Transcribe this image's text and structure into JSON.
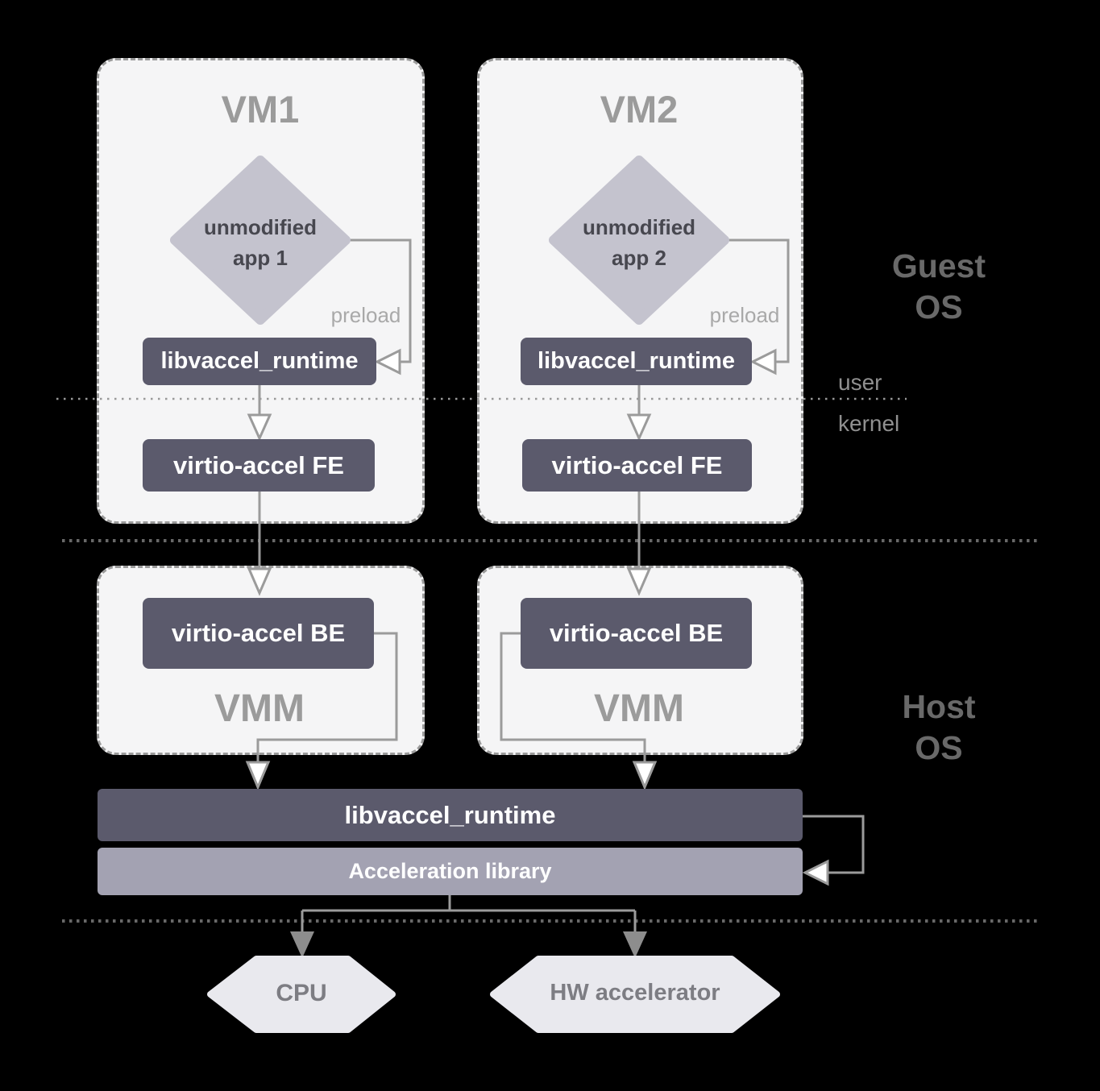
{
  "labels": {
    "guest_os": "Guest OS",
    "host_os": "Host OS",
    "user": "user",
    "kernel": "kernel"
  },
  "vm1": {
    "title": "VM1",
    "app": "unmodified app 1",
    "preload": "preload",
    "runtime": "libvaccel_runtime",
    "frontend": "virtio-accel FE"
  },
  "vm2": {
    "title": "VM2",
    "app": "unmodified app 2",
    "preload": "preload",
    "runtime": "libvaccel_runtime",
    "frontend": "virtio-accel FE"
  },
  "vmm1": {
    "title": "VMM",
    "backend": "virtio-accel BE"
  },
  "vmm2": {
    "title": "VMM",
    "backend": "virtio-accel BE"
  },
  "host": {
    "runtime": "libvaccel_runtime",
    "acceleration_library": "Acceleration library"
  },
  "hardware": {
    "cpu": "CPU",
    "accelerator": "HW accelerator"
  },
  "colors": {
    "background": "#000000",
    "container_fill": "#f5f5f6",
    "container_border": "#9b9b9b",
    "dark_box": "#5b5a6c",
    "light_bar": "#a3a2b2",
    "diamond": "#c4c3ce",
    "hexagon": "#e9e9ee",
    "arrow_line": "#9b9b9b",
    "solid_arrowhead": "#8d8d8d",
    "divider_dots": "#686868",
    "title_text": "#9b9b9b",
    "os_text": "#696969",
    "diamond_text": "#47474f",
    "hexagon_text": "#7d7d83",
    "box_text": "#ffffff"
  }
}
